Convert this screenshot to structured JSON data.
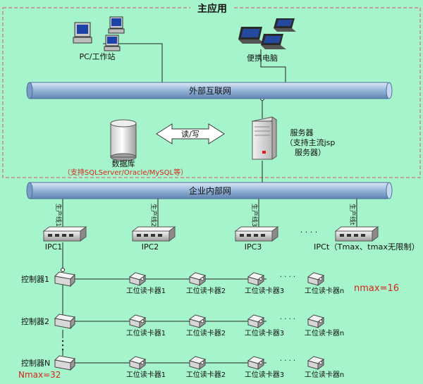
{
  "main_app": {
    "title": "主应用"
  },
  "devices": {
    "pc_workstation": "PC/工作站",
    "laptop": "便携电脑",
    "database": "数据库",
    "database_note": "（支持SQLServer/Oracle/MySQL等）",
    "read_write": "读/写",
    "server": "服务器",
    "server_note_1": "（支持主流jsp",
    "server_note_2": "服务器）"
  },
  "networks": {
    "external": "外部互联网",
    "internal": "企业内部网"
  },
  "lines": [
    "生产线1",
    "生产线2",
    "生产线3",
    "生产线t"
  ],
  "ipcs": [
    "IPC1",
    "IPC2",
    "IPC3",
    "IPCt（Tmax、tmax无限制）"
  ],
  "ellipsis": "· · · ·",
  "controllers": [
    "控制器1",
    "控制器2",
    "控制器N"
  ],
  "controller_limit": "Nmax=32",
  "readers": {
    "row1": [
      "工位读卡器1",
      "工位读卡器2",
      "工位读卡器3",
      "工位读卡器n"
    ],
    "row2": [
      "工位读卡器1",
      "工位读卡器2",
      "工位读卡器3",
      "工位读卡器n"
    ],
    "row3": [
      "工位读卡器1",
      "工位读卡器2",
      "工位读卡器3",
      "工位读卡器n"
    ]
  },
  "reader_limit": "nmax=16",
  "colors": {
    "background": "#a6f4cc",
    "bus": "#8fb1d6",
    "dashed": "#e0505a",
    "limit_text": "#d8241c"
  }
}
